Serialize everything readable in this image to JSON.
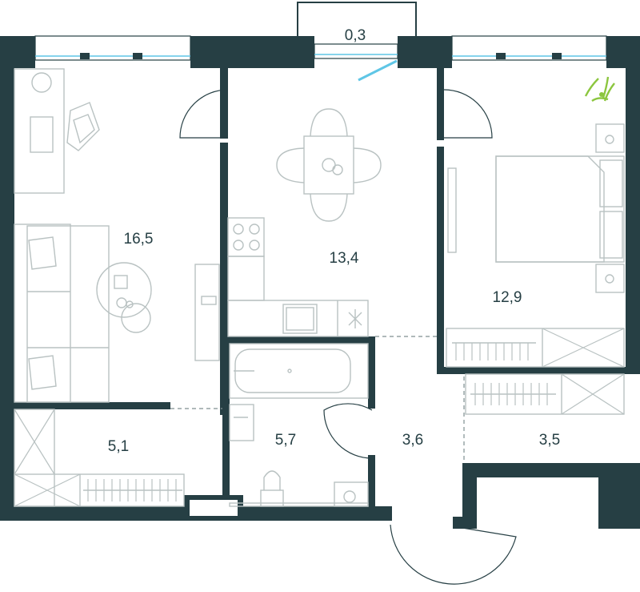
{
  "rooms": {
    "balcony": "0,3",
    "living": "16,5",
    "kitchen": "13,4",
    "bedroom": "12,9",
    "storage_left": "5,1",
    "bathroom": "5,7",
    "hall": "3,6",
    "storage_right": "3,5"
  },
  "icons": [
    "desk-icon",
    "armchair-icon",
    "sofa-icon",
    "round-table-icon",
    "dining-table-icon",
    "stove-icon",
    "sink-icon",
    "bed-icon",
    "plant-icon",
    "bathtub-icon",
    "toilet-icon",
    "washing-machine-icon",
    "wardrobe-icon"
  ],
  "colors": {
    "wall": "#263f44",
    "furniture": "#b9c2c2",
    "window_glass": "#5fc6e6",
    "plant": "#8cc63f"
  }
}
